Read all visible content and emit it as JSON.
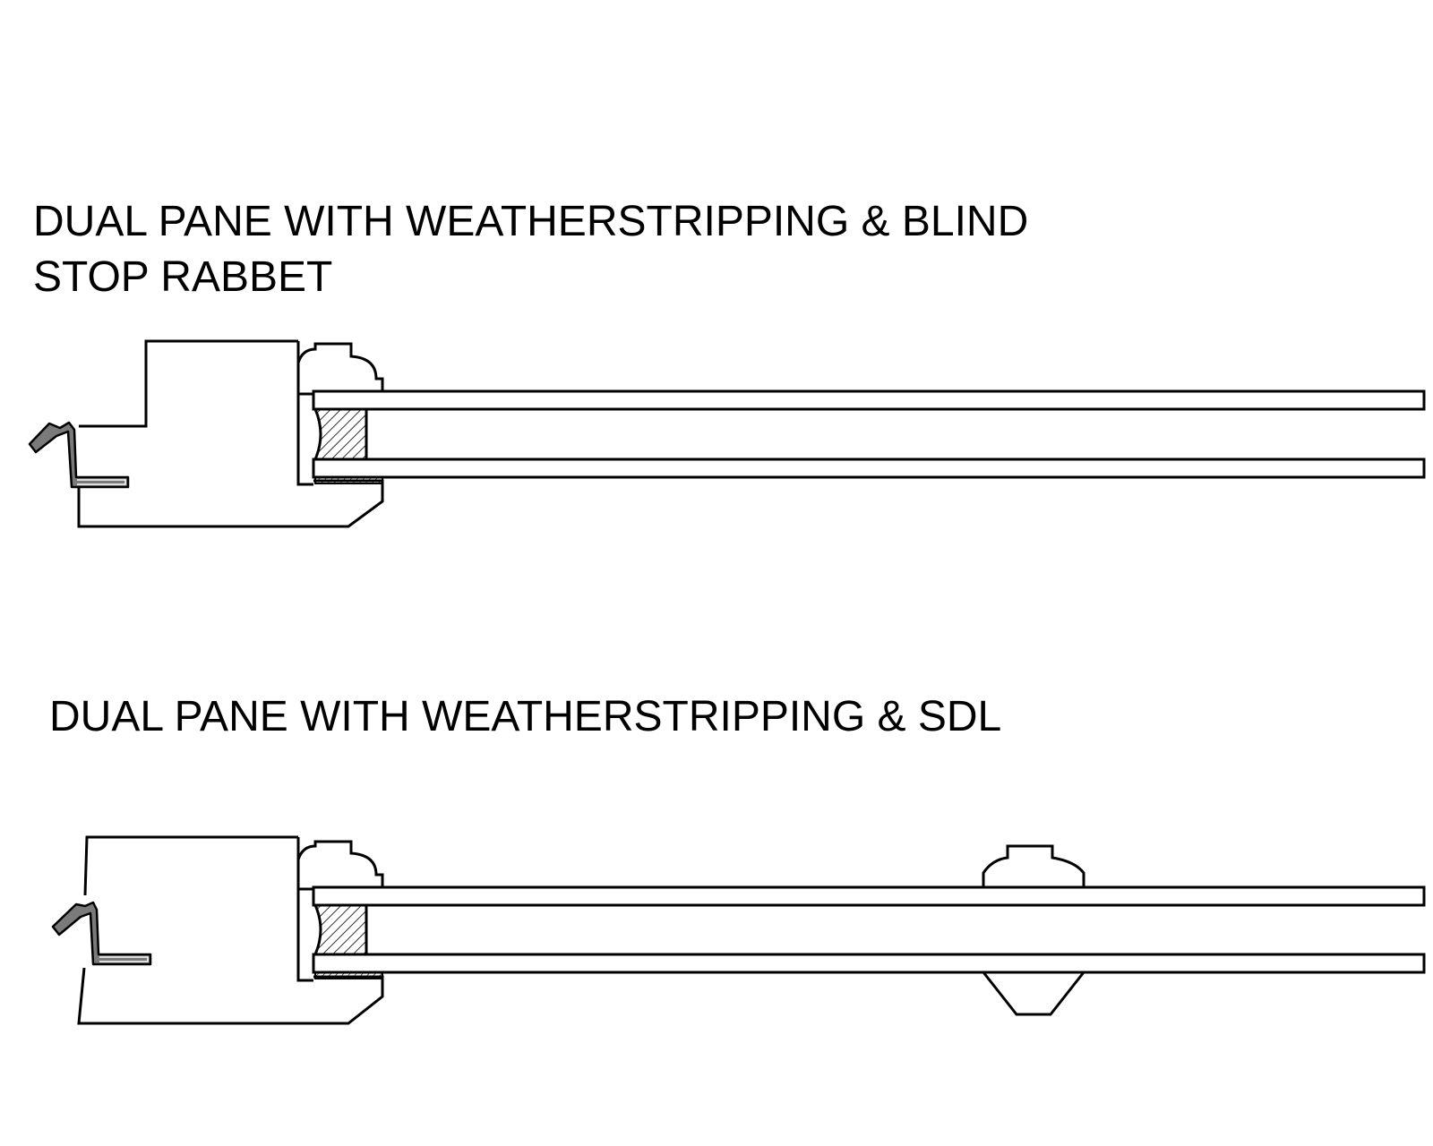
{
  "details": [
    {
      "title_line1": "DUAL PANE WITH WEATHERSTRIPPING & BLIND",
      "title_line2": "STOP RABBET"
    },
    {
      "title_line1": "DUAL PANE WITH WEATHERSTRIPPING & SDL"
    }
  ],
  "colors": {
    "line": "#000000",
    "background": "#ffffff"
  }
}
